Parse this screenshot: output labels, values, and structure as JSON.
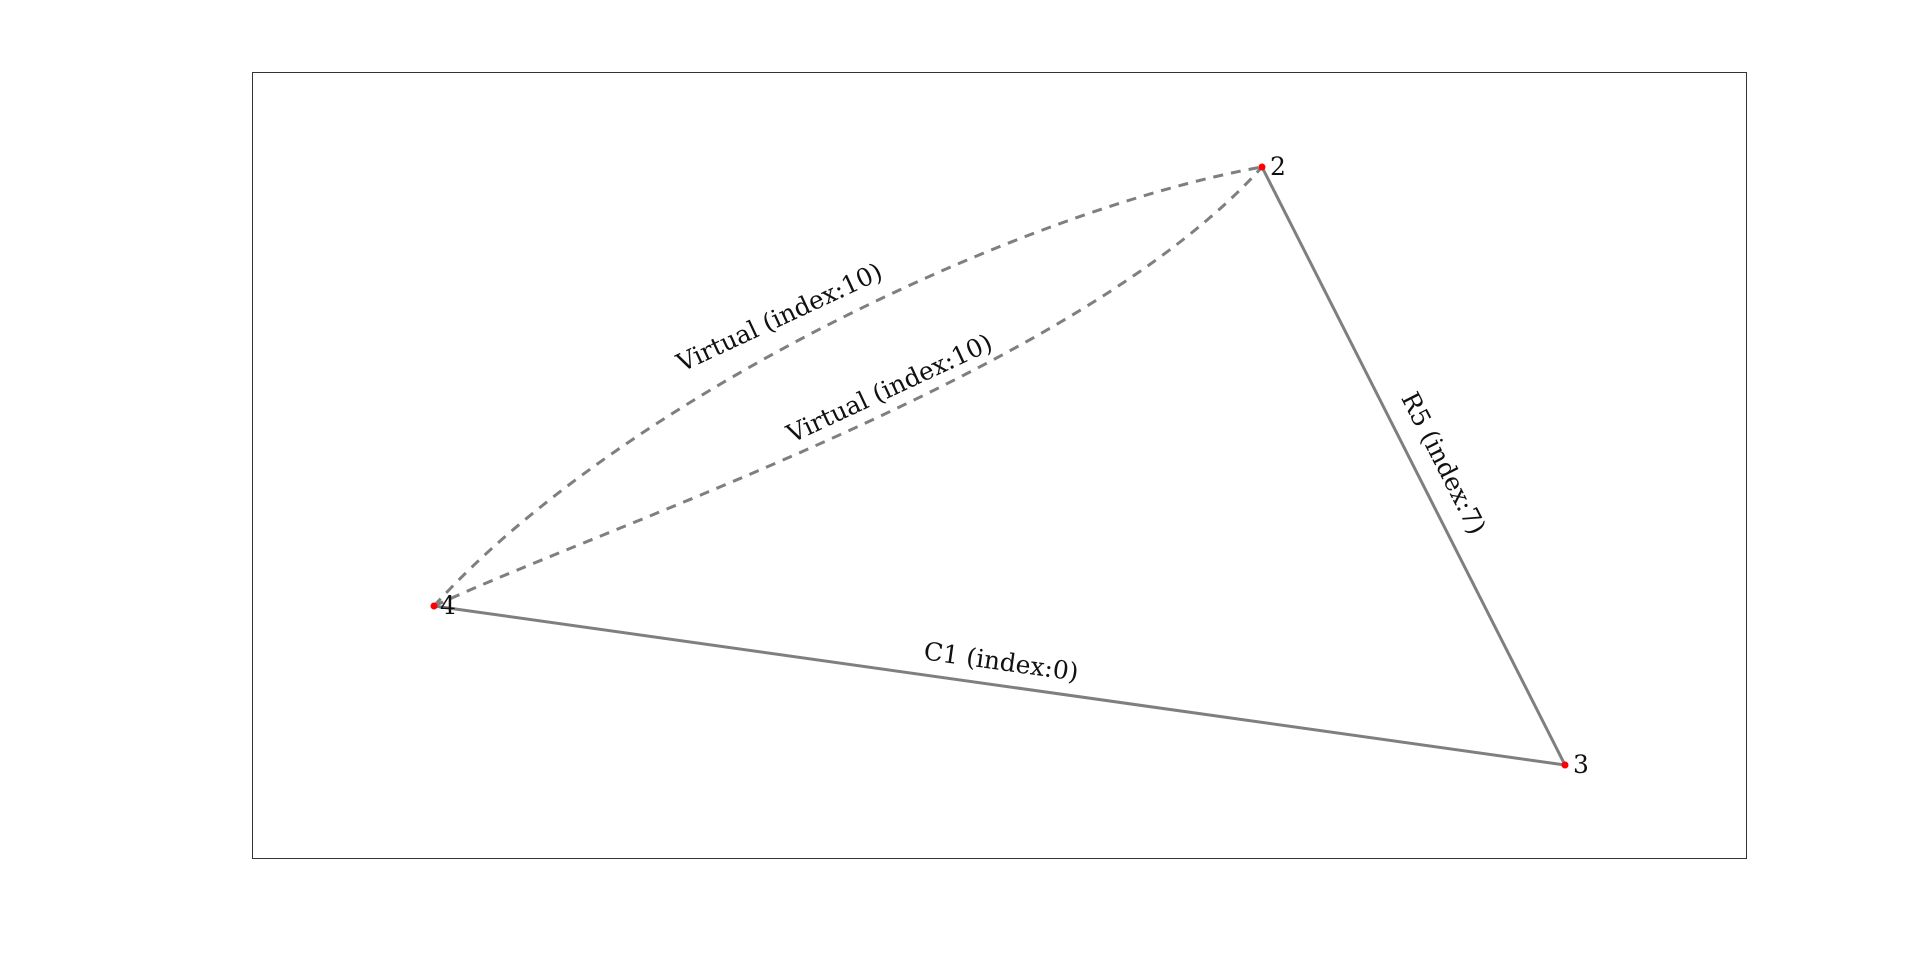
{
  "graph": {
    "nodes": [
      {
        "id": "2",
        "label": "2"
      },
      {
        "id": "3",
        "label": "3"
      },
      {
        "id": "4",
        "label": "4"
      }
    ],
    "edges": [
      {
        "id": "r5",
        "from": "2",
        "to": "3",
        "label": "R5 (index:7)",
        "style": "solid"
      },
      {
        "id": "c1",
        "from": "4",
        "to": "3",
        "label": "C1 (index:0)",
        "style": "solid"
      },
      {
        "id": "virtual-upper",
        "from": "4",
        "to": "2",
        "label": "Virtual (index:10)",
        "style": "dashed"
      },
      {
        "id": "virtual-lower",
        "from": "4",
        "to": "2",
        "label": "Virtual (index:10)",
        "style": "dashed"
      }
    ]
  },
  "colors": {
    "edge": "#7f7f7f",
    "node": "#ff0000",
    "frame": "#333333",
    "text": "#111111"
  }
}
